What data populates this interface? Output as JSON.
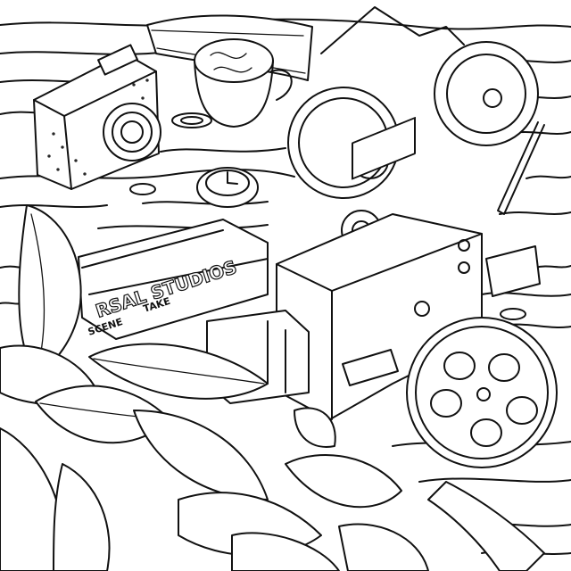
{
  "scene": {
    "background": "#ffffff",
    "line_color": "#111111"
  },
  "clapperboard": {
    "title_text": "RSAL STUDIOS",
    "scene_label": "SCENE",
    "take_label": "TAKE"
  },
  "icons": [
    "camera-icon",
    "coffee-cup-icon",
    "film-reel-icon",
    "movie-projector-icon",
    "clapperboard-icon",
    "pocket-watch-icon",
    "film-strip-icon",
    "pencil-icon",
    "leaf-icon"
  ]
}
